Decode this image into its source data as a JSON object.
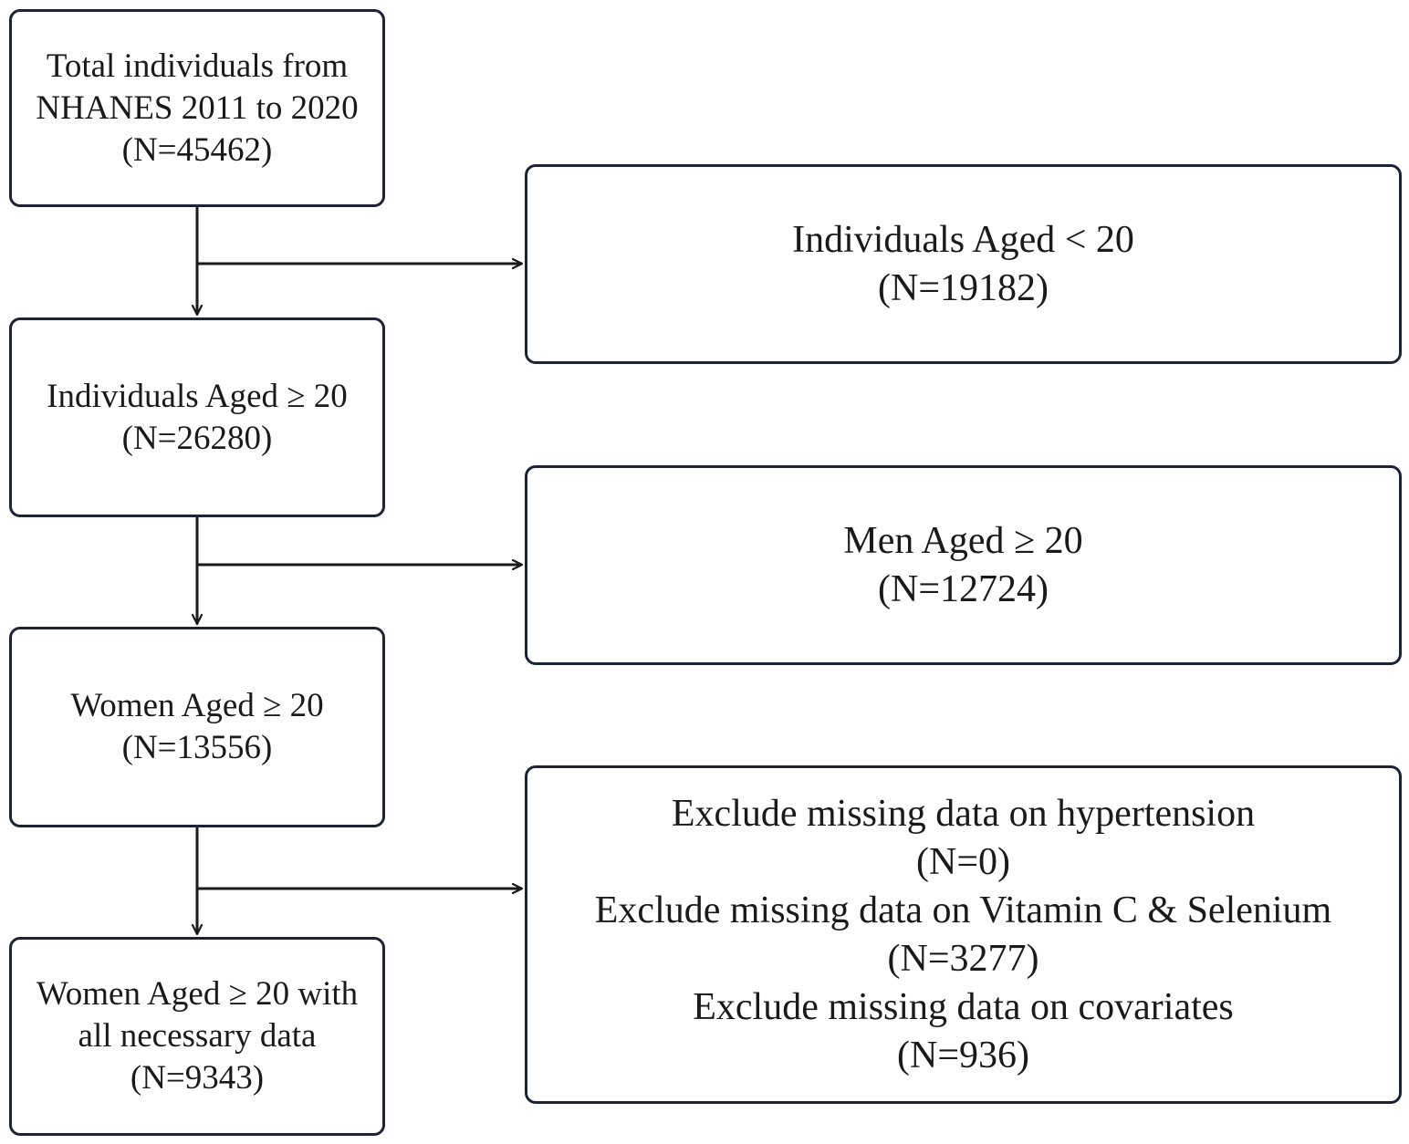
{
  "flowchart": {
    "total": {
      "lines": [
        "Total individuals from",
        "NHANES 2011 to 2020",
        "(N=45462)"
      ]
    },
    "aged_20_plus": {
      "lines": [
        "Individuals Aged ≥ 20",
        "(N=26280)"
      ]
    },
    "women_20_plus": {
      "lines": [
        "Women Aged ≥ 20",
        "(N=13556)"
      ]
    },
    "final_sample": {
      "lines": [
        "Women Aged ≥ 20 with",
        "all necessary data",
        "(N=9343)"
      ]
    },
    "excluded_under_20": {
      "lines": [
        "Individuals Aged < 20",
        "(N=19182)"
      ]
    },
    "excluded_men": {
      "lines": [
        "Men Aged ≥ 20",
        "(N=12724)"
      ]
    },
    "excluded_missing": {
      "lines": [
        "Exclude missing data on hypertension",
        "(N=0)",
        "Exclude missing data on Vitamin C & Selenium",
        "(N=3277)",
        "Exclude missing data on covariates",
        "(N=936)"
      ]
    }
  },
  "colors": {
    "box_border": "#1e2235",
    "connector": "#1a1a1a",
    "text": "#1a1a1a"
  }
}
